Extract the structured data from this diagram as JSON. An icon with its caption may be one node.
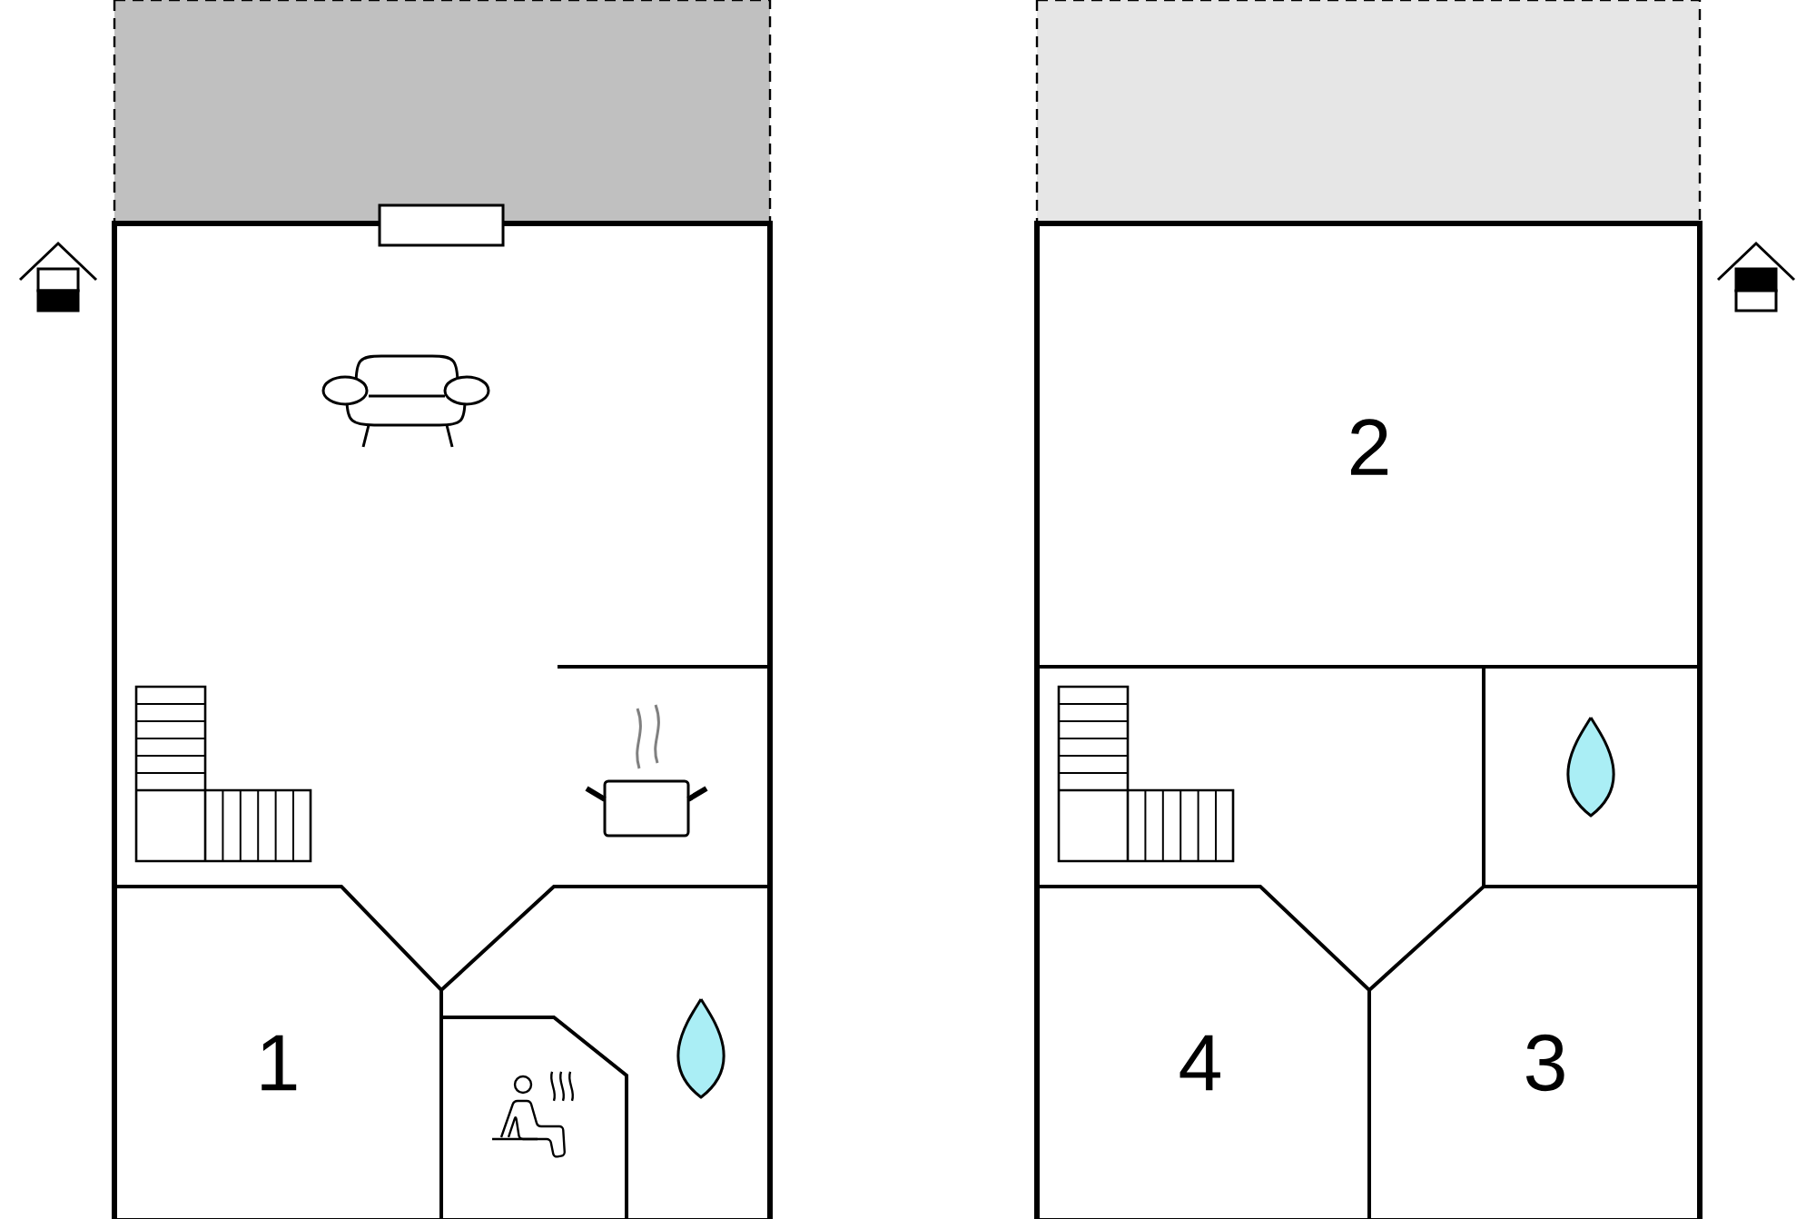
{
  "diagram": {
    "labels": [
      "1",
      "2",
      "4",
      "3"
    ]
  }
}
